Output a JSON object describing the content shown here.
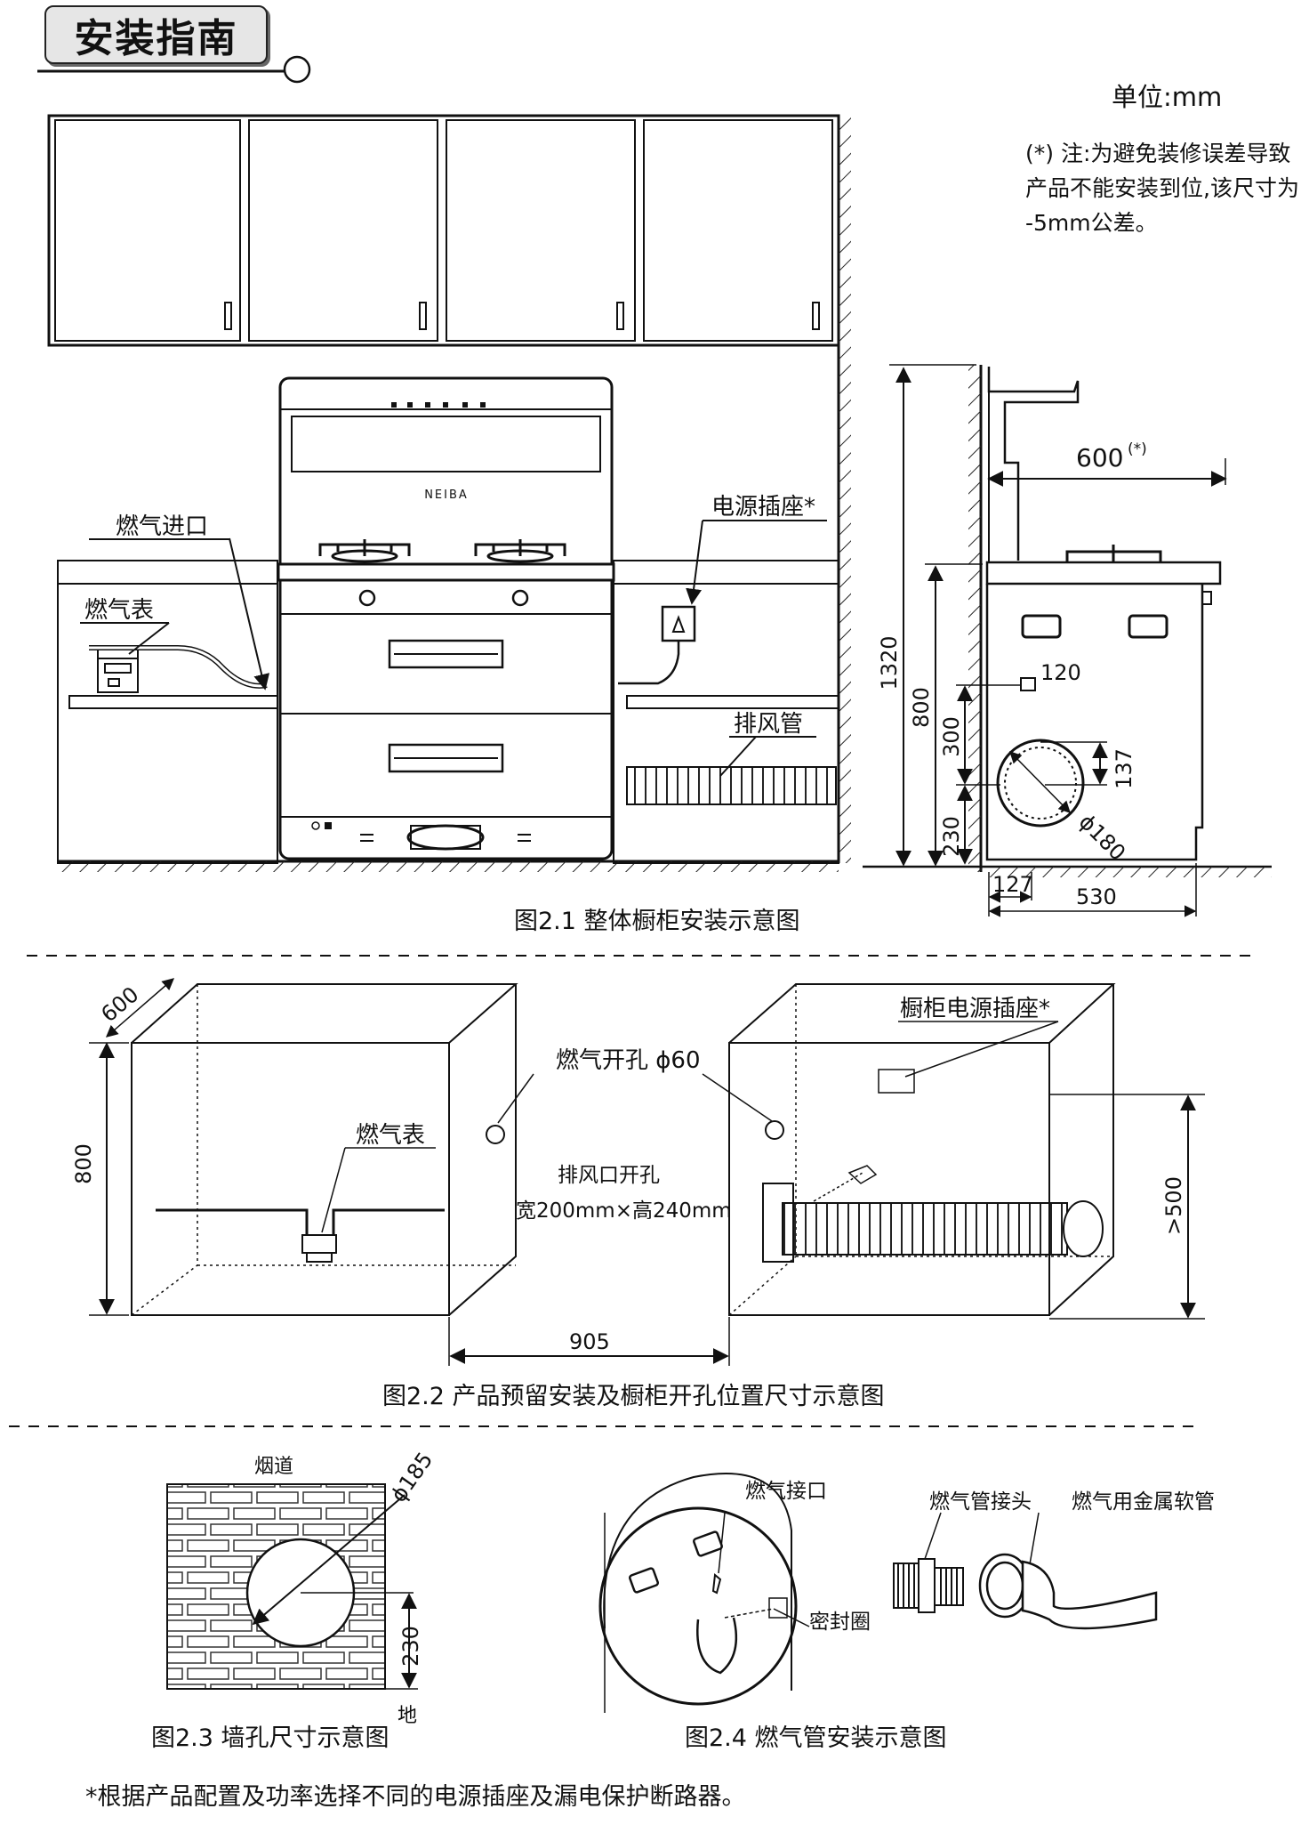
{
  "header": {
    "title": "安装指南",
    "unit": "单位:mm",
    "tolerance_note": [
      "(*) 注:为避免装修误差导致",
      "产品不能安装到位,该尺寸为",
      "-5mm公差。"
    ]
  },
  "fig1": {
    "caption": "图2.1  整体橱柜安装示意图",
    "brand": "NEIBA",
    "labels": {
      "gas_inlet": "燃气进口",
      "gas_meter": "燃气表",
      "power_socket": "电源插座*",
      "exhaust_pipe": "排风管"
    },
    "dims": {
      "d600": "600",
      "d600_sup": "(*)",
      "d1320": "1320",
      "d800": "800",
      "d300": "300",
      "d230": "230",
      "d120": "120",
      "d137": "137",
      "d180": "ϕ180",
      "d127": "127",
      "d530": "530"
    }
  },
  "fig2": {
    "caption": "图2.2  产品预留安装及橱柜开孔位置尺寸示意图",
    "labels": {
      "cabinet_socket": "橱柜电源插座*",
      "gas_hole": "燃气开孔 ϕ60",
      "gas_meter": "燃气表",
      "exhaust_hole_1": "排风口开孔",
      "exhaust_hole_2": "宽200mm×高240mm"
    },
    "dims": {
      "d600": "600",
      "d800": "800",
      "d905": "905",
      "d500": ">500"
    }
  },
  "fig3": {
    "caption": "图2.3 墙孔尺寸示意图",
    "labels": {
      "flue": "烟道",
      "ground": "地"
    },
    "dims": {
      "d185": "ϕ185",
      "d230": "230"
    }
  },
  "fig4": {
    "caption": "图2.4 燃气管安装示意图",
    "labels": {
      "gas_port": "燃气接口",
      "seal_ring": "密封圈",
      "gas_pipe_joint": "燃气管接头",
      "metal_hose": "燃气用金属软管"
    }
  },
  "footer": {
    "note": "*根据产品配置及功率选择不同的电源插座及漏电保护断路器。"
  }
}
